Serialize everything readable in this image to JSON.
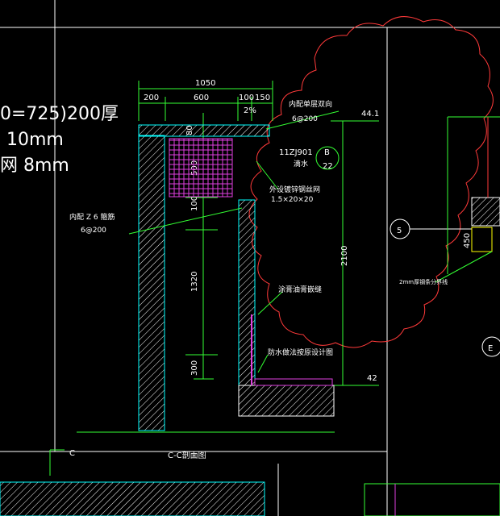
{
  "left_notes": {
    "line1": "0=725)200厚",
    "line2": "10mm",
    "line3": "网 8mm"
  },
  "dimensions": {
    "top_total": "1050",
    "top_200": "200",
    "top_600": "600",
    "top_100": "100",
    "top_150": "150",
    "slope": "2%",
    "d80": "80",
    "d500": "500",
    "d100": "100",
    "d1320": "1320",
    "d300": "300",
    "d2100": "2100",
    "level_top": "44.1",
    "level_bottom": "42",
    "d450": "450"
  },
  "annotations": {
    "inner_top_rebar": "内配单层双向",
    "rebar_spec_top": "6@200",
    "ref_code": "11ZJ901",
    "ref_letter": "B",
    "ref_number": "22",
    "drip": "滴水",
    "steel_mesh": "外设镀锌钢丝网",
    "mesh_spec": "1.5×20×20",
    "inner_rebar": "内配 Z 6 箍筋",
    "inner_rebar_spec": "6@200",
    "waterproof_coat": "涂膏油膏嵌缝",
    "waterproof_layer": "防水做法按原设计图",
    "section_label": "C-C剖面图",
    "section_mark": "C",
    "axis_5": "5",
    "axis_e": "E",
    "right_note": "2mm厚钢条分界线"
  }
}
